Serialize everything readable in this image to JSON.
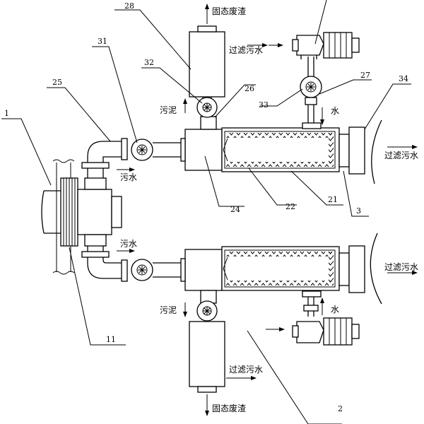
{
  "labels": {
    "solid_waste_top": "固态废渣",
    "solid_waste_bottom": "固态废渣",
    "filtered_water_top_cyclone": "过滤污水",
    "filtered_water_right_top": "过滤污水",
    "filtered_water_right_bottom": "过滤污水",
    "filtered_water_bottom_cyclone": "过滤污水",
    "sludge_top": "污泥",
    "sludge_bottom": "污泥",
    "sewage_top": "污水",
    "sewage_bottom": "污水",
    "water_top": "水",
    "water_bottom": "水"
  },
  "part_numbers": {
    "n1": "1",
    "n11": "11",
    "n2": "2",
    "n3": "3",
    "n21": "21",
    "n22": "22",
    "n24": "24",
    "n25": "25",
    "n26": "26",
    "n27": "27",
    "n28": "28",
    "n31": "31",
    "n32": "32",
    "n33": "33",
    "n34": "34"
  }
}
